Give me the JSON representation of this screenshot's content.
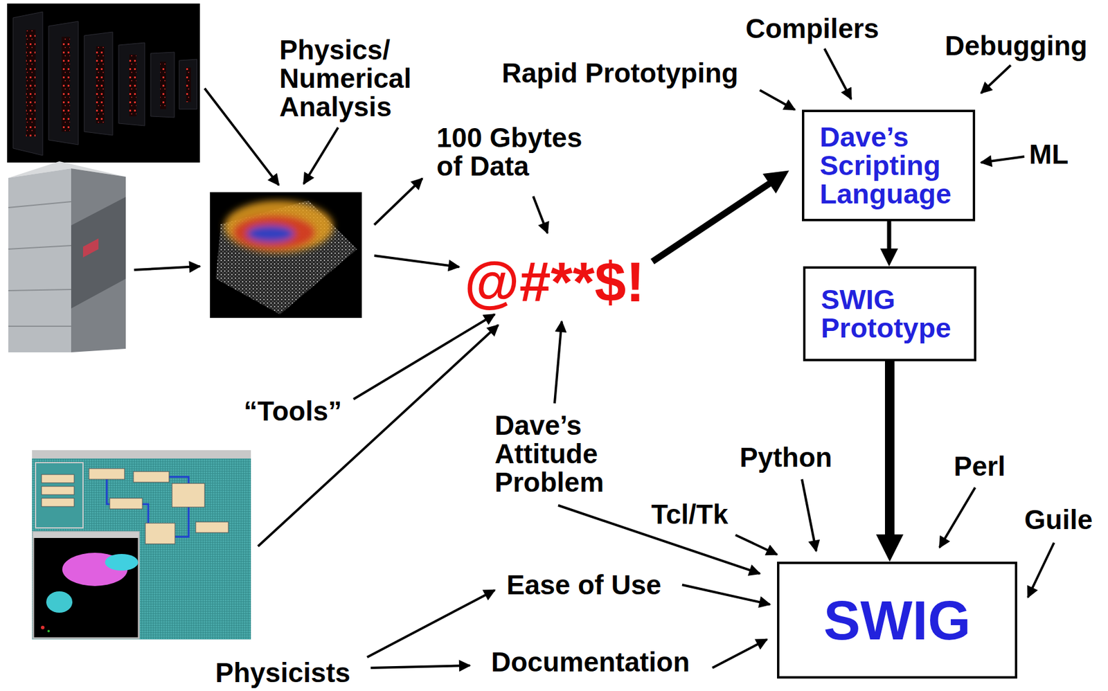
{
  "diagram": {
    "nodes": [
      {
        "text": [
          "Dave’s Scripting Language"
        ]
      },
      {
        "text": [
          "SWIG Prototype"
        ]
      },
      {
        "text": [
          "SWIG"
        ]
      }
    ],
    "edges": [
      {
        "from": 0,
        "to": 1,
        "arrow": "to"
      },
      {
        "from": 1,
        "to": 2,
        "arrow": "to"
      }
    ],
    "labels": [
      "Physics/ Numerical Analysis",
      "100 Gbytes of Data",
      "@#**$!",
      "“Tools”",
      "Dave’s Attitude Problem",
      "Physicists",
      "Ease of Use",
      "Documentation",
      "Rapid Prototyping",
      "Compilers",
      "Debugging",
      "ML",
      "Tcl/Tk",
      "Python",
      "Perl",
      "Guile"
    ]
  }
}
